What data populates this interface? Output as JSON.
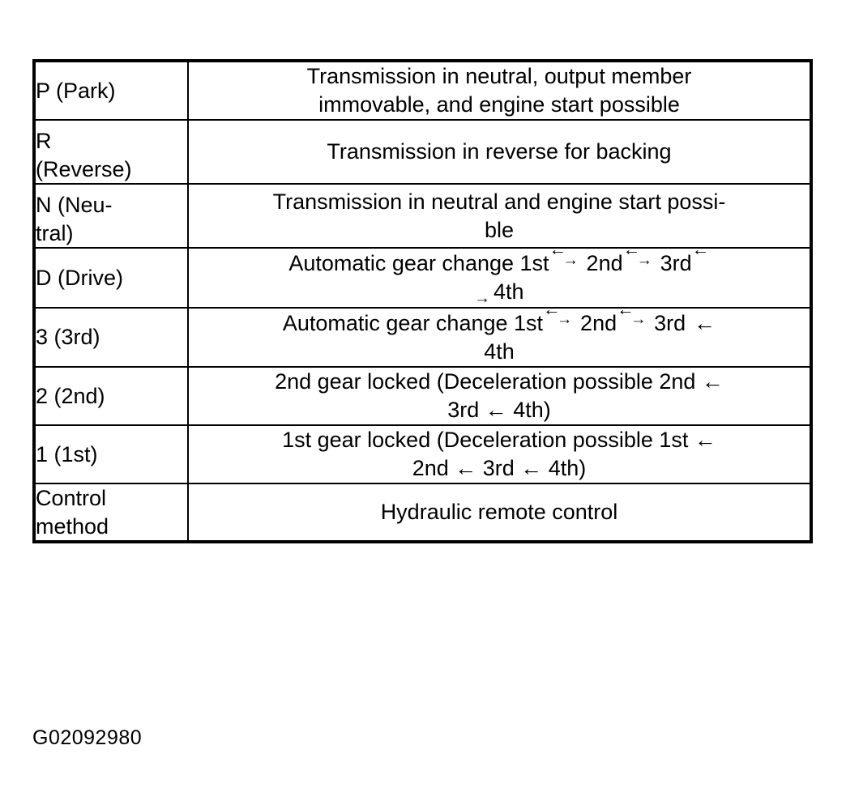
{
  "figure": {
    "id_label": "G02092980"
  },
  "table": {
    "rows": [
      {
        "gear": "P (Park)",
        "gear_lines": [
          "P (Park)"
        ],
        "desc_lines": [
          "Transmission in neutral, output member",
          "immovable, and engine start possible"
        ],
        "desc_type": "plain"
      },
      {
        "gear": "R (Reverse)",
        "gear_lines": [
          "R",
          "(Reverse)"
        ],
        "desc_lines": [
          "Transmission in reverse for backing"
        ],
        "desc_type": "plain"
      },
      {
        "gear": "N (Neutral)",
        "gear_lines": [
          "N (Neu-",
          "tral)"
        ],
        "desc_lines": [
          "Transmission in neutral and engine start possi-",
          "ble"
        ],
        "desc_type": "plain"
      },
      {
        "gear": "D (Drive)",
        "gear_lines": [
          "D (Drive)"
        ],
        "desc_type": "arrows_drive",
        "desc_text": "Automatic gear change 1st ←→ 2nd ←→ 3rd ←→ 4th",
        "segments_line1": [
          "Automatic gear change 1st",
          "2nd",
          "3rd"
        ],
        "segments_line2": [
          "4th"
        ],
        "trailing_arrow_line1": true
      },
      {
        "gear": "3 (3rd)",
        "gear_lines": [
          "3 (3rd)"
        ],
        "desc_type": "arrows_third",
        "desc_text": "Automatic gear change 1st ←→ 2nd ←→ 3rd ← 4th",
        "segments_line1": [
          "Automatic gear change 1st",
          "2nd",
          "3rd"
        ],
        "segments_line2": [
          "4th"
        ],
        "trailing_arrow_line1": true
      },
      {
        "gear": "2 (2nd)",
        "gear_lines": [
          "2 (2nd)"
        ],
        "desc_lines": [
          "2nd gear locked (Deceleration possible 2nd ←",
          "3rd ← 4th)"
        ],
        "desc_type": "plain"
      },
      {
        "gear": "1 (1st)",
        "gear_lines": [
          "1 (1st)"
        ],
        "desc_lines": [
          "1st gear locked (Deceleration possible 1st ←",
          "2nd ← 3rd ← 4th)"
        ],
        "desc_type": "plain"
      },
      {
        "gear": "Control method",
        "gear_lines": [
          "Control",
          "method"
        ],
        "desc_lines": [
          "Hydraulic remote control"
        ],
        "desc_type": "plain"
      }
    ]
  },
  "glyphs": {
    "left_arrow": "←",
    "right_arrow": "→"
  }
}
